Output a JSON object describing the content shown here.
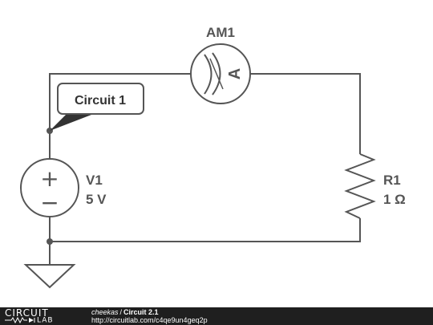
{
  "circuit": {
    "ammeter": {
      "name": "AM1",
      "symbol": "A"
    },
    "source": {
      "name": "V1",
      "value": "5 V",
      "plus": "+",
      "minus": "−"
    },
    "resistor": {
      "name": "R1",
      "value": "1 Ω"
    },
    "callout": {
      "label": "Circuit 1"
    }
  },
  "footer": {
    "logo_top": "CIRCUIT",
    "logo_bottom": "LAB",
    "author": "cheekas",
    "separator": "/",
    "title": "Circuit 2.1",
    "url": "http://circuitlab.com/c4qe9un4geq2p"
  }
}
